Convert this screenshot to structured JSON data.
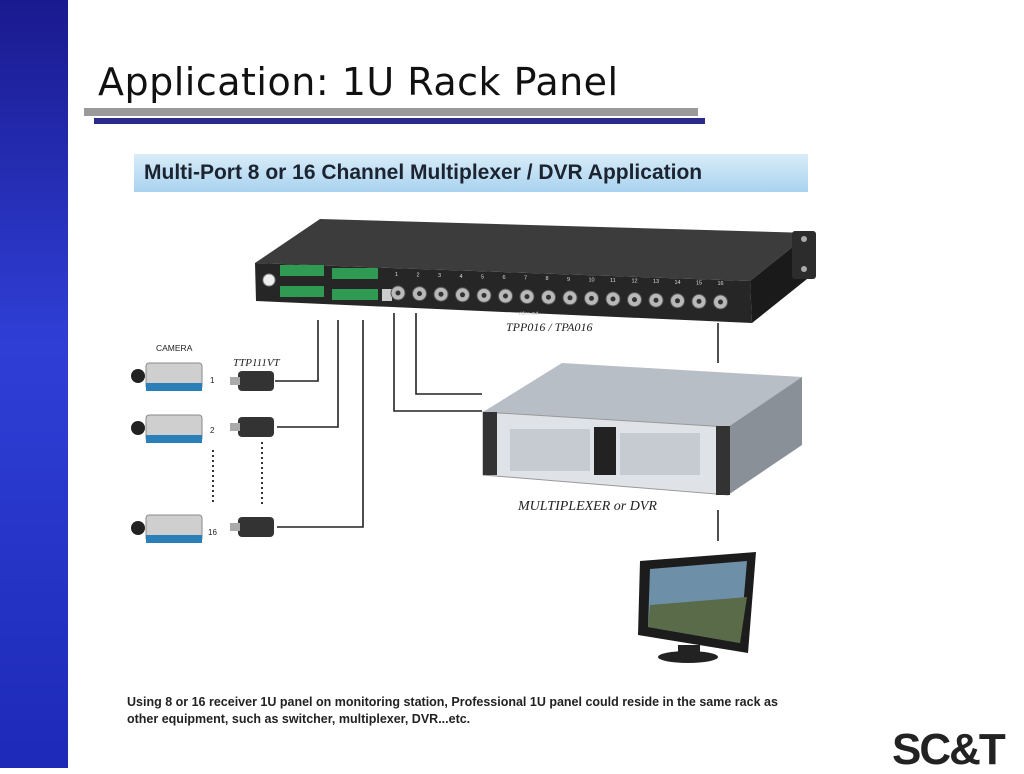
{
  "slide": {
    "title": "Application: 1U Rack Panel",
    "banner": "Multi-Port 8 or 16 Channel Multiplexer / DVR Application",
    "caption_line1": "Using 8 or 16 receiver 1U panel on monitoring station, Professional 1U panel could reside in the same rack as",
    "caption_line2": "other equipment, such as switcher, multiplexer, DVR...etc.",
    "logo": "SC&T"
  },
  "diagram": {
    "camera_label": "CAMERA",
    "transceiver_label": "TTP111VT",
    "panel_label": "TPP016 / TPA016",
    "panel_sublabel": "video out",
    "dvr_label": "MULTIPLEXER or DVR",
    "camera_numbers": [
      "1",
      "2",
      "16"
    ],
    "port_numbers": [
      "1",
      "2",
      "3",
      "4",
      "5",
      "6",
      "7",
      "8",
      "9",
      "10",
      "11",
      "12",
      "13",
      "14",
      "15",
      "16"
    ]
  },
  "colors": {
    "sidebar": "#2f3fd6",
    "title_rule_gray": "#9a9a9a",
    "title_rule_blue": "#2a2a8a",
    "banner": "#a9d3ef"
  }
}
